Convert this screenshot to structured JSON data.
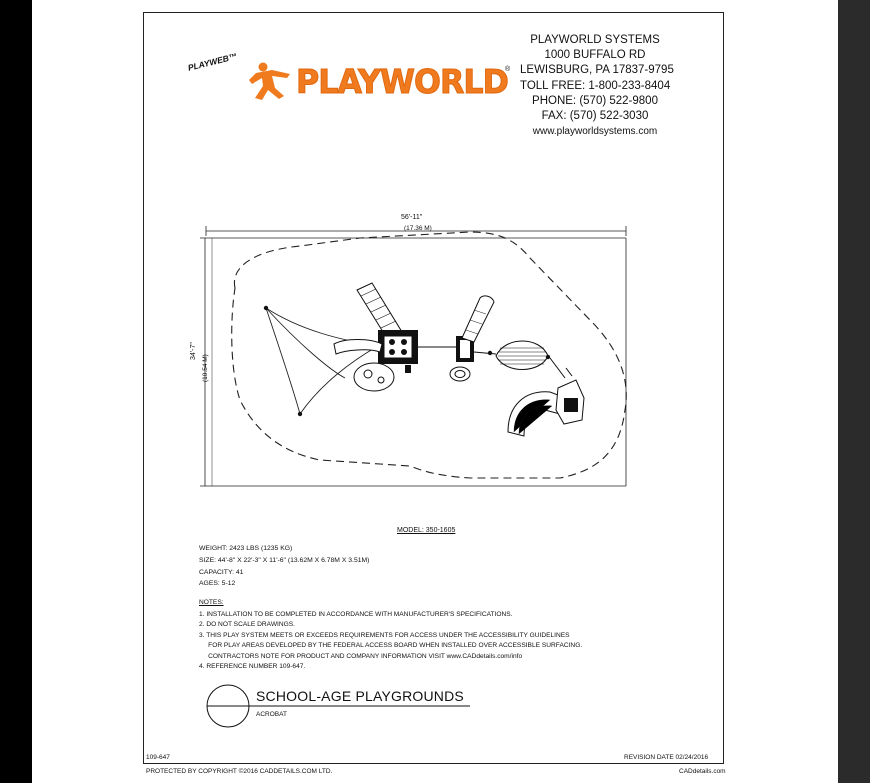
{
  "logo": {
    "badge": "PLAYWEB™",
    "wordmark": "PLAYWORLD",
    "registered": "®"
  },
  "company": {
    "name": "PLAYWORLD SYSTEMS",
    "street": "1000 BUFFALO RD",
    "city": "LEWISBURG, PA 17837-9795",
    "toll_free": "TOLL FREE: 1-800-233-8404",
    "phone": "PHONE: (570) 522-9800",
    "fax": "FAX: (570) 522-3030",
    "website": "www.playworldsystems.com"
  },
  "drawing": {
    "width_dim": "56'-11\"",
    "width_metric": "(17.36 M)",
    "height_dim": "34'-7\"",
    "height_metric": "(10.54 M)"
  },
  "specs": {
    "model": "MODEL: 350-1605",
    "weight": "WEIGHT: 2423 LBS (1235 KG)",
    "size": "SIZE: 44'-8\" X 22'-3\" X 11'-6\" (13.62M X 6.78M X 3.51M)",
    "capacity": "CAPACITY: 41",
    "ages": "AGES: 5-12"
  },
  "notes": {
    "heading": "NOTES:",
    "items": [
      "1.  INSTALLATION TO BE COMPLETED IN ACCORDANCE WITH MANUFACTURER'S SPECIFICATIONS.",
      "2.  DO NOT SCALE DRAWINGS.",
      "3.  THIS PLAY SYSTEM MEETS OR EXCEEDS REQUIREMENTS FOR ACCESS UNDER THE ACCESSIBILITY GUIDELINES",
      "     FOR PLAY AREAS DEVELOPED BY THE FEDERAL ACCESS BOARD WHEN INSTALLED OVER ACCESSIBLE SURFACING.",
      "     CONTRACTORS NOTE FOR PRODUCT AND COMPANY INFORMATION VISIT www.CADdetails.com/info",
      "4.  REFERENCE NUMBER 109-647."
    ]
  },
  "title_block": {
    "title": "SCHOOL-AGE PLAYGROUNDS",
    "subtitle": "ACROBAT"
  },
  "footer": {
    "ref": "109-647",
    "revision": "REVISION DATE 02/24/2016",
    "copyright": "PROTECTED BY COPYRIGHT ©2016 CADDETAILS.COM LTD.",
    "brand": "CADdetails.com"
  }
}
